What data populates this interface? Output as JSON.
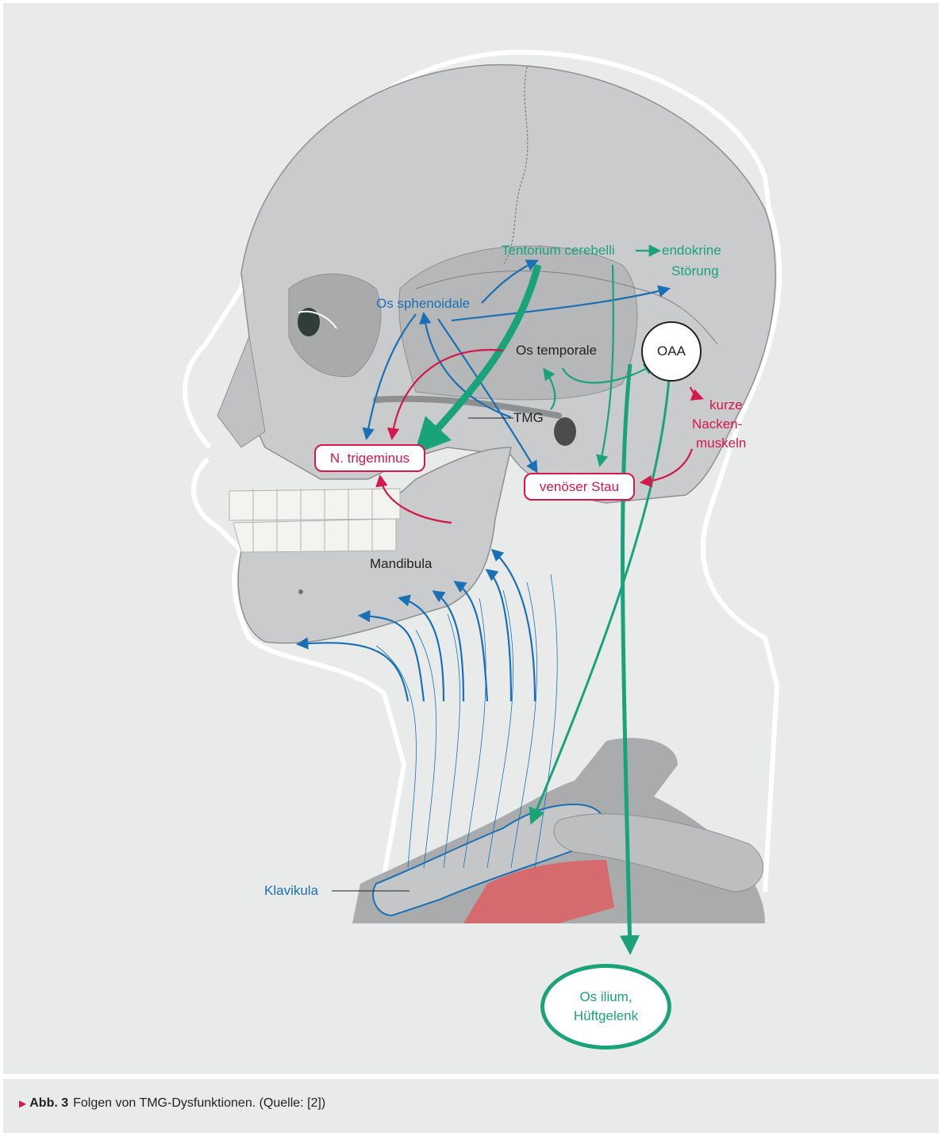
{
  "labels": {
    "tentorium": "Tentorium cerebelli",
    "endokrine_1": "endokrine",
    "endokrine_2": "Störung",
    "os_sphenoidale": "Os sphenoidale",
    "os_temporale": "Os temporale",
    "oaa": "OAA",
    "kurze_1": "kurze",
    "kurze_2": "Nacken-",
    "kurze_3": "muskeln",
    "tmg": "TMG",
    "n_trigeminus": "N. trigeminus",
    "venoeser_stau": "venöser Stau",
    "mandibula": "Mandibula",
    "klavikula": "Klavikula",
    "os_ilium_1": "Os ilium,",
    "os_ilium_2": "Hüftgelenk"
  },
  "caption": {
    "marker": "▶",
    "number": "Abb. 3",
    "text": "Folgen von TMG-Dysfunktionen. (Quelle: [2])"
  },
  "colors": {
    "blue": "#1b6fb4",
    "green": "#1aa37a",
    "red": "#d4174d",
    "bone": "#c9cbcc",
    "panel": "#e9ebeb"
  }
}
